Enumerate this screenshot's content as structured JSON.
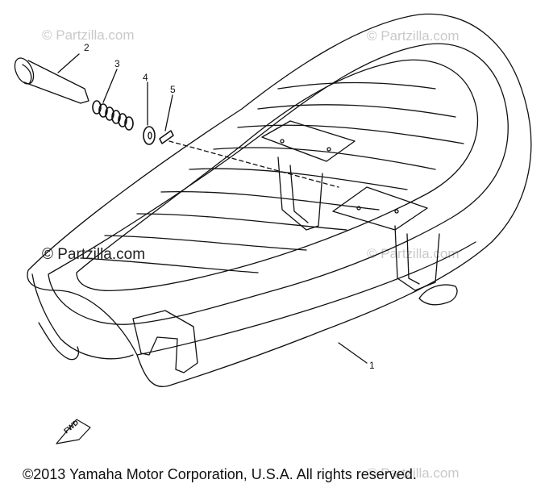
{
  "watermarks": {
    "top_left": "© Partzilla.com",
    "top_right": "© Partzilla.com",
    "middle_left": "© Partzilla.com",
    "middle_right": "© Partzilla.com",
    "bottom_right": "© Partzilla.com"
  },
  "callouts": {
    "part_1": "1",
    "part_2": "2",
    "part_3": "3",
    "part_4": "4",
    "part_5": "5"
  },
  "front_marker": "FWD",
  "footer": {
    "copyright": "©2013  Yamaha Motor Corporation, U.S.A. All rights reserved."
  },
  "colors": {
    "ink": "#111111",
    "watermark": "#c9c9c9",
    "background": "#ffffff"
  }
}
